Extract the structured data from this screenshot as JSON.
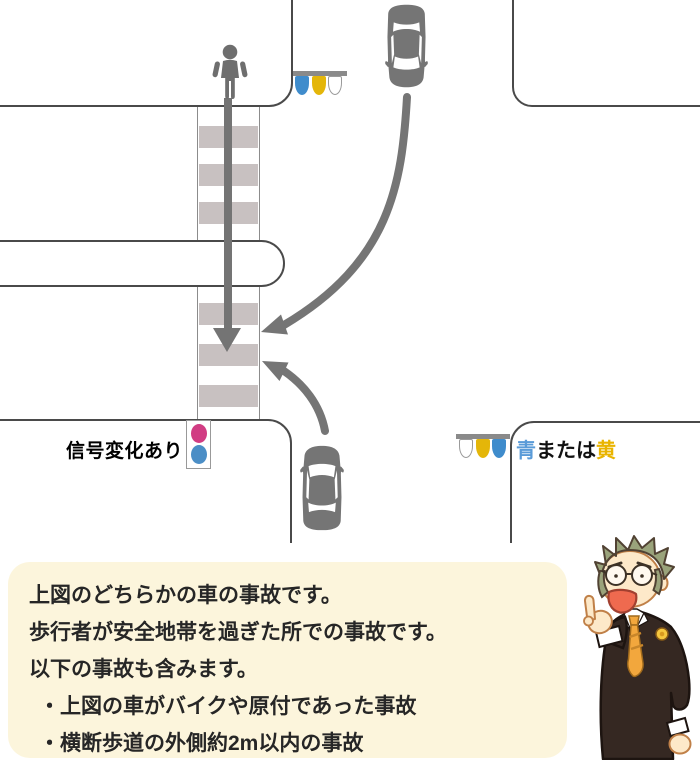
{
  "diagram": {
    "signal_change_label": "信号変化あり",
    "signal_state": {
      "blue": "青",
      "conj": "または",
      "yellow": "黄"
    },
    "colors": {
      "road_line": "#4a4a4a",
      "crosswalk_stripe": "#c8c1c1",
      "vehicle_gray": "#757575",
      "signal_blue": "#3f8ccc",
      "signal_yellow": "#e4b609",
      "signal_pink": "#d13c83",
      "label_blue": "#5a9bd8",
      "label_yellow": "#e9b400"
    },
    "icons": {
      "pedestrian": "pedestrian-icon",
      "car_from_top": "car-top-view-icon",
      "car_from_bottom": "car-top-view-icon",
      "top_signal": "hanging-three-lamp-signal-icon",
      "bottom_signal": "hanging-three-lamp-signal-icon",
      "change_signal": "two-lamp-signal-icon",
      "character": "lawyer-character-icon"
    }
  },
  "note": {
    "background": "#fcf5dc",
    "lines": [
      "上図のどちらかの車の事故です。",
      "歩行者が安全地帯を過ぎた所での事故です。",
      "以下の事故も含みます。",
      "・上図の車がバイクや原付であった事故",
      "・横断歩道の外側約2m以内の事故"
    ]
  }
}
